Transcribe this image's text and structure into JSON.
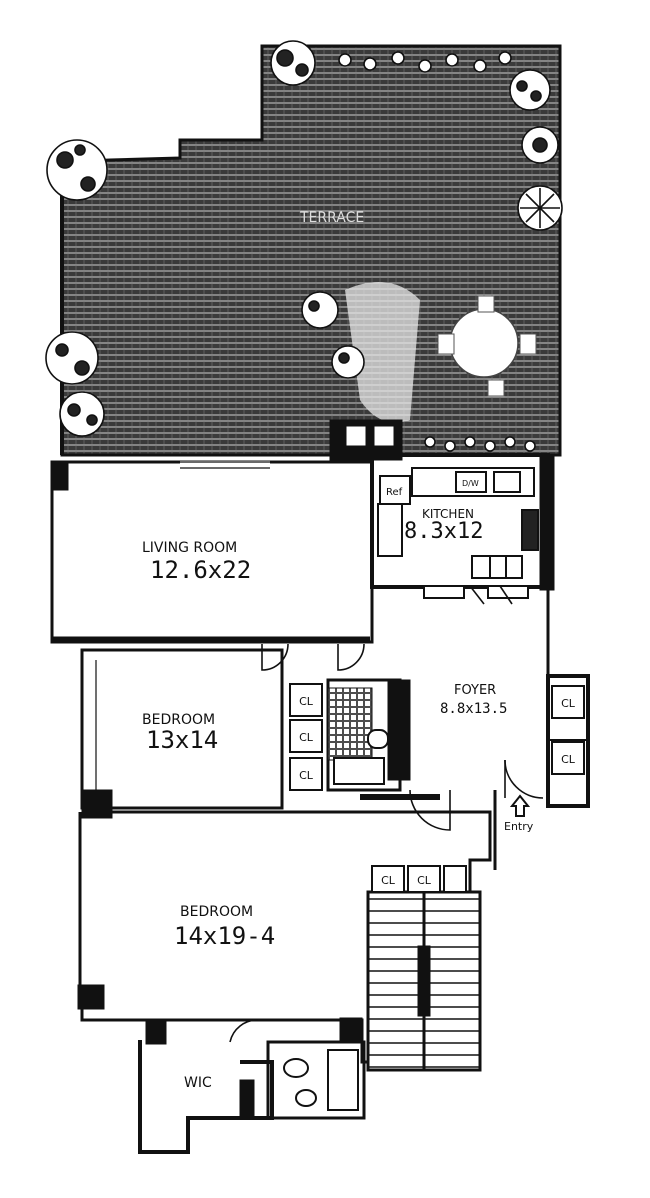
{
  "terrace": {
    "label": "TERRACE"
  },
  "living_room": {
    "name": "LIVING ROOM",
    "size": "12.6x22"
  },
  "kitchen": {
    "name": "KITCHEN",
    "size": "8.3x12",
    "ref_label": "Ref",
    "dw_label": "D/W"
  },
  "bedroom_1": {
    "name": "BEDROOM",
    "size": "13x14"
  },
  "bedroom_2": {
    "name": "BEDROOM",
    "size": "14x19-4"
  },
  "foyer": {
    "name": "FOYER",
    "size": "8.8x13.5"
  },
  "entry": {
    "label": "Entry"
  },
  "wic": {
    "label": "WIC"
  },
  "closet_symbol": "CL"
}
